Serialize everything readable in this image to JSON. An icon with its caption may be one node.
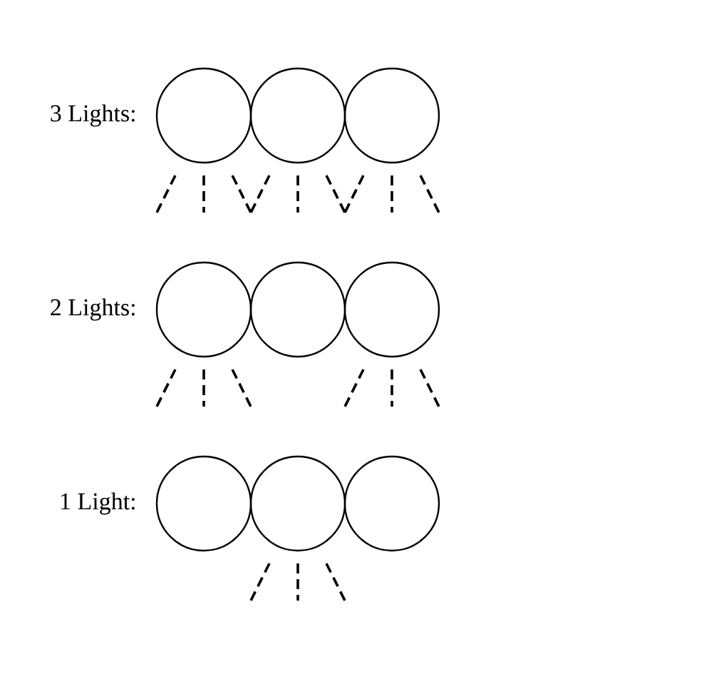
{
  "diagram": {
    "nodes": [
      {
        "text": [],
        "shape": "circle"
      },
      {
        "text": [],
        "shape": "circle"
      },
      {
        "text": [],
        "shape": "circle"
      },
      {
        "text": [],
        "shape": "circle"
      },
      {
        "text": [],
        "shape": "circle"
      },
      {
        "text": [],
        "shape": "circle"
      },
      {
        "text": [],
        "shape": "circle"
      },
      {
        "text": [],
        "shape": "circle"
      },
      {
        "text": [],
        "shape": "circle"
      }
    ],
    "labels": [
      "3 Lights:",
      "2 Lights:",
      "1 Light:"
    ]
  }
}
